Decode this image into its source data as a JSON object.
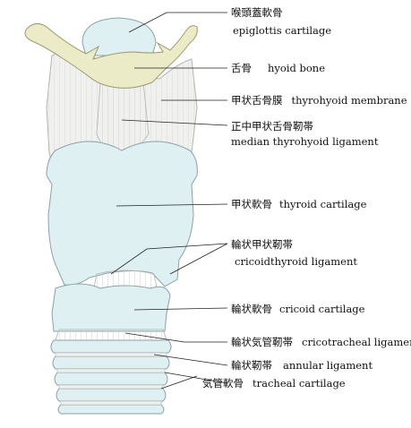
{
  "labels": [
    {
      "id": "epiglottis",
      "jp": "喉頭蓋軟骨",
      "en": "epiglottis cartilage"
    },
    {
      "id": "hyoid",
      "jp": "舌骨",
      "en": "hyoid bone"
    },
    {
      "id": "thyrohyoid-membrane",
      "jp": "甲状舌骨膜",
      "en": "thyrohyoid membrane"
    },
    {
      "id": "median-thyrohyoid-ligament",
      "jp": "正中甲状舌骨靭帯",
      "en": "median  thyrohyoid ligament"
    },
    {
      "id": "thyroid-cartilage",
      "jp": "甲状軟骨",
      "en": "thyroid cartilage"
    },
    {
      "id": "cricothyroid-ligament",
      "jp": "輪状甲状靭帯",
      "en": "cricoidthyroid ligament"
    },
    {
      "id": "cricoid-cartilage",
      "jp": "輪状軟骨",
      "en": "cricoid cartilage"
    },
    {
      "id": "cricotracheal-ligament",
      "jp": "輪状気管靭帯",
      "en": "cricotracheal ligament"
    },
    {
      "id": "annular-ligament",
      "jp": "輪状靭帯",
      "en": "annular ligament"
    },
    {
      "id": "tracheal-cartilage",
      "jp": "気管軟骨",
      "en": "tracheal cartilage"
    }
  ],
  "colors": {
    "cartilage_fill": "#dff0f3",
    "cartilage_stroke": "#8aa2a8",
    "bone_fill": "#ecebc8",
    "bone_stroke": "#9c9a72",
    "membrane_fill": "#f0f0ee",
    "membrane_stroke": "#b4b4b0",
    "leader": "#222222"
  }
}
